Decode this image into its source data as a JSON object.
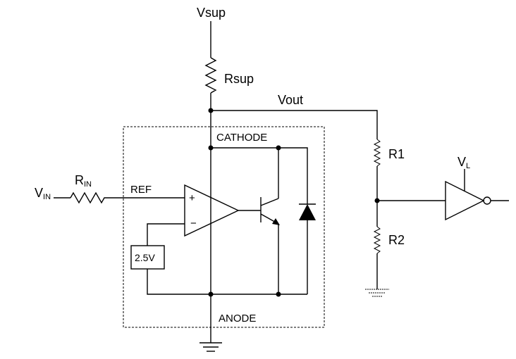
{
  "labels": {
    "vsup": "Vsup",
    "rsup": "Rsup",
    "vout": "Vout",
    "cathode": "CATHODE",
    "anode": "ANODE",
    "ref": "REF",
    "r1": "R1",
    "r2": "R2",
    "vin_main": "V",
    "vin_sub": "IN",
    "rin_main": "R",
    "rin_sub": "IN",
    "vl_main": "V",
    "vl_sub": "L",
    "opamp_plus": "+",
    "opamp_minus": "−",
    "vref": "2.5V"
  }
}
